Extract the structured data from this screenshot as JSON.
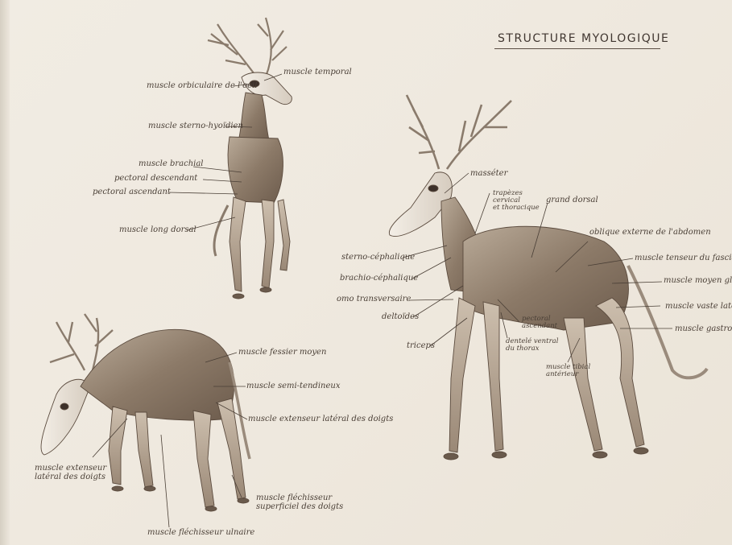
{
  "title": "STRUCTURE MYOLOGIQUE",
  "figures": {
    "front_view": {
      "labels": {
        "orbicular": "muscle orbiculaire de l'oeil",
        "temporal": "muscle temporal",
        "sterno_hyoid": "muscle sterno-hyoïdien",
        "brachial": "muscle brachial",
        "pectoral_desc": "pectoral descendant",
        "pectoral_asc": "pectoral ascendant",
        "longissimus": "muscle long dorsal"
      }
    },
    "side_view": {
      "labels": {
        "masseter": "masséter",
        "trapezius": "trapèzes\ncervical\net thoracique",
        "grand_dorsal": "grand dorsal",
        "oblique": "oblique externe de l'abdomen",
        "tensor": "muscle tenseur du fascia lata",
        "gluteus": "muscle moyen glutéal",
        "vastus": "muscle vaste latéral",
        "gastroc": "muscle gastrocnémien",
        "sterno_cephalic": "sterno-céphalique",
        "brachio_cephalic": "brachio-céphalique",
        "omo_transverse": "omo transversaire",
        "deltoid": "deltoïdes",
        "triceps": "triceps",
        "pectoral_asc": "pectoral\nascendant",
        "serratus": "dentelé ventral\ndu thorax",
        "tibial": "muscle tibial\nantérieur"
      }
    },
    "grazing_view": {
      "labels": {
        "biceps": "muscle fessier moyen",
        "semi_tendinous": "muscle semi-tendineux",
        "ext_lat_right": "muscle extenseur latéral des doigts",
        "ext_lat_left": "muscle extenseur\nlatéral des doigts",
        "flexor_sup": "muscle fléchisseur\nsuperficiel des doigts",
        "flexor_ulnar": "muscle fléchisseur ulnaire"
      }
    }
  }
}
